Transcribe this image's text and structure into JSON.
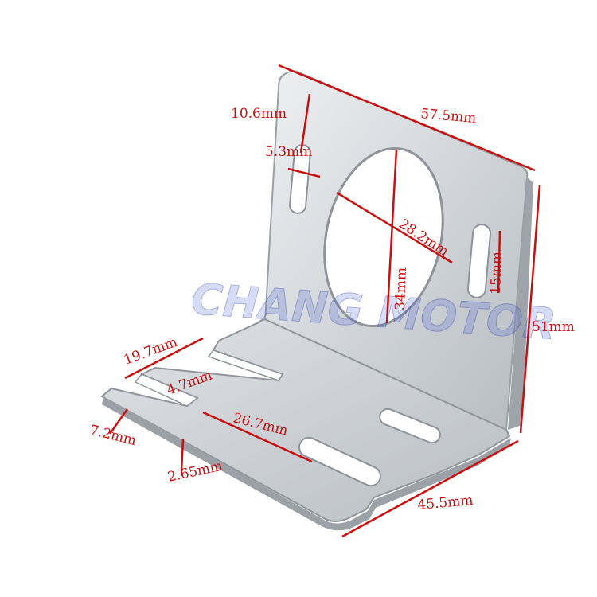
{
  "colors": {
    "dimension": "#c81010",
    "metal_light": "#e6e8ea",
    "metal_mid": "#c3c7cb",
    "metal_dark": "#8f959b",
    "watermark": "#4a5fd0"
  },
  "watermark": "CHANG MOTOR",
  "labels": {
    "hole_spacing": "10.6mm",
    "width": "57.5mm",
    "slot_width": "5.3mm",
    "hole_diameter": "28.2mm",
    "center_height": "34mm",
    "slot_length": "15mm",
    "height": "51mm",
    "base_slot_offset": "19.7mm",
    "base_slot_width": "4.7mm",
    "tab_width": "7.2mm",
    "base_slot_length": "26.7mm",
    "thickness": "2.65mm",
    "depth": "45.5mm"
  }
}
